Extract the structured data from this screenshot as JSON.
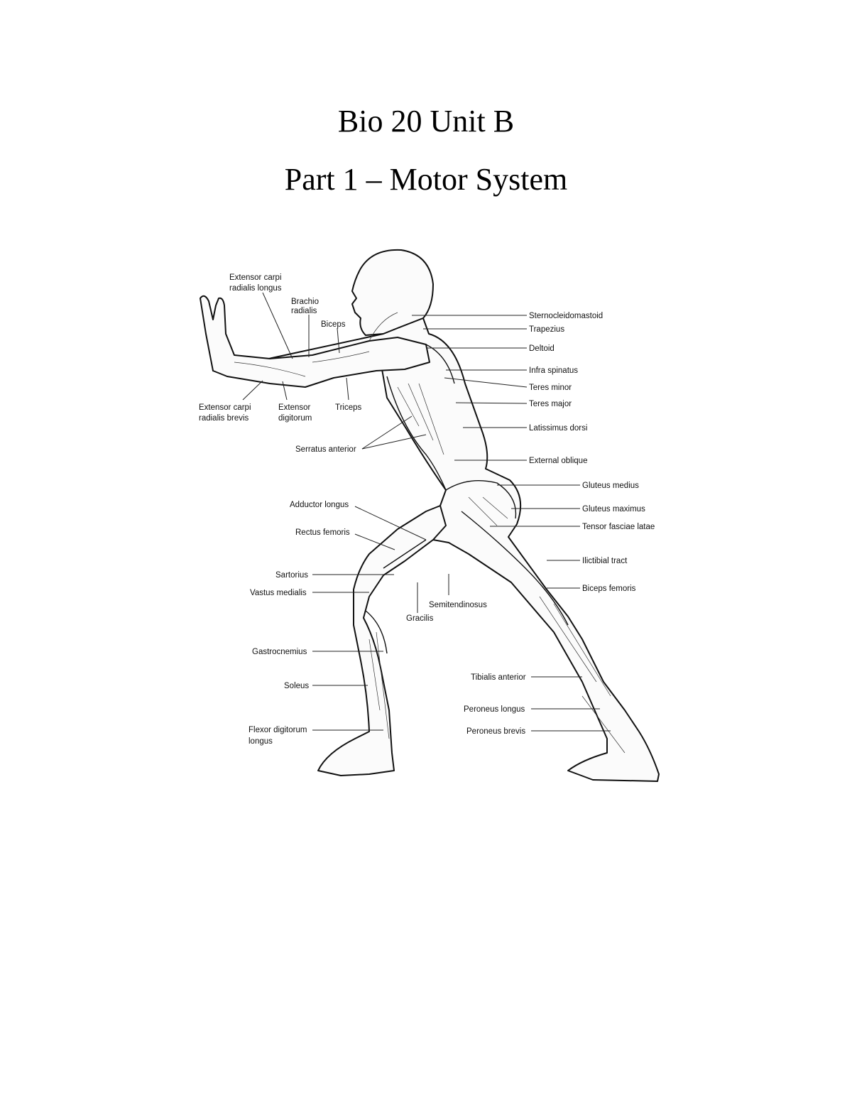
{
  "document": {
    "title_line1": "Bio 20 Unit B",
    "title_line2": "Part 1 – Motor System"
  },
  "labels": {
    "ecrl_1": "Extensor carpi",
    "ecrl_2": "radialis longus",
    "brachio_1": "Brachio",
    "brachio_2": "radialis",
    "biceps": "Biceps",
    "ecrb_1": "Extensor carpi",
    "ecrb_2": "radialis brevis",
    "ed_1": "Extensor",
    "ed_2": "digitorum",
    "triceps": "Triceps",
    "serratus": "Serratus anterior",
    "sternocleido": "Sternocleidomastoid",
    "trapezius": "Trapezius",
    "deltoid": "Deltoid",
    "infra": "Infra spinatus",
    "teres_minor": "Teres minor",
    "teres_major": "Teres major",
    "latissimus": "Latissimus dorsi",
    "ext_oblique": "External oblique",
    "glut_medius": "Gluteus medius",
    "glut_maximus": "Gluteus maximus",
    "tensor": "Tensor fasciae latae",
    "iliotibial": "Ilictibial tract",
    "biceps_fem": "Biceps femoris",
    "adductor": "Adductor longus",
    "rectus": "Rectus femoris",
    "sartorius": "Sartorius",
    "vastus": "Vastus medialis",
    "semitend": "Semitendinosus",
    "gracilis": "Gracilis",
    "gastro": "Gastrocnemius",
    "soleus": "Soleus",
    "fdl_1": "Flexor digitorum",
    "fdl_2": "longus",
    "tib_ant": "Tibialis anterior",
    "per_long": "Peroneus longus",
    "per_brev": "Peroneus brevis"
  }
}
